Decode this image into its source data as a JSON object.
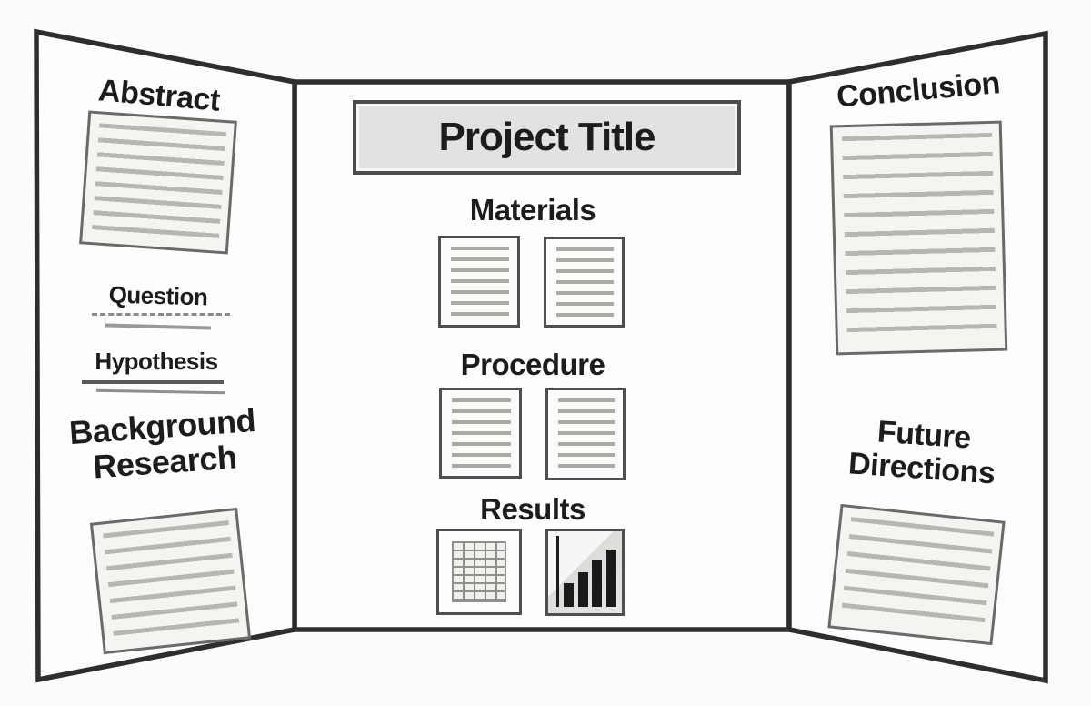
{
  "left_panel": {
    "abstract_label": "Abstract",
    "question_label": "Question",
    "hypothesis_label": "Hypothesis",
    "background_line1": "Background",
    "background_line2": "Research"
  },
  "center_panel": {
    "project_title_label": "Project Title",
    "materials_label": "Materials",
    "procedure_label": "Procedure",
    "results_label": "Results"
  },
  "right_panel": {
    "conclusion_label": "Conclusion",
    "future_line1": "Future",
    "future_line2": "Directions"
  },
  "icons": {
    "lined_paper": "lined-paper-icon",
    "table_grid": "table-grid-icon",
    "bar_chart": "bar-chart-icon"
  },
  "colors": {
    "board_outline": "#2e2e2e",
    "panel_fill": "#fdfdfd",
    "paper_border": "#6a6a6a",
    "paper_fill": "#f4f4f1",
    "paper_line": "#b6b6b2",
    "title_box_fill": "#e2e2e2",
    "title_box_border": "#4d4d4d",
    "text": "#1c1c1c",
    "chart_bar": "#1a1a1a"
  }
}
